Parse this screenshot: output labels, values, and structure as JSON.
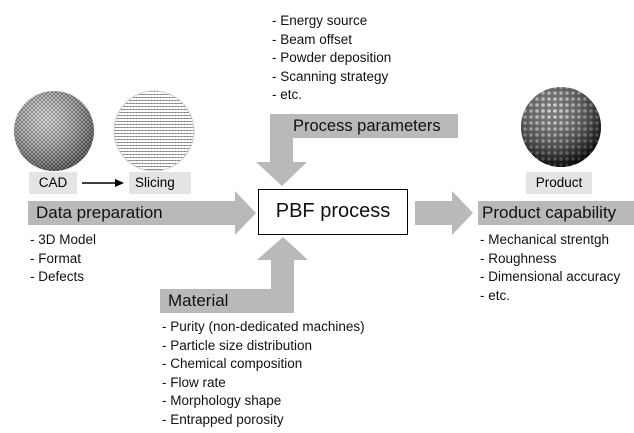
{
  "process_parameters": {
    "title": "Process parameters",
    "items": [
      "- Energy source",
      "- Beam offset",
      "- Powder deposition",
      "- Scanning strategy",
      "- etc."
    ]
  },
  "data_preparation": {
    "title": "Data preparation",
    "cad_label": "CAD",
    "slicing_label": "Slicing",
    "items": [
      "- 3D Model",
      "- Format",
      "- Defects"
    ]
  },
  "center": {
    "title": "PBF process"
  },
  "material": {
    "title": "Material",
    "items": [
      "- Purity (non-dedicated machines)",
      "- Particle size distribution",
      "- Chemical composition",
      "- Flow rate",
      "- Morphology shape",
      "- Entrapped porosity"
    ]
  },
  "product": {
    "label": "Product",
    "title": "Product capability",
    "items": [
      "- Mechanical strentgh",
      "- Roughness",
      "- Dimensional accuracy",
      "- etc."
    ]
  },
  "colors": {
    "arrow_gray": "#b9b9b9",
    "text": "#111111",
    "box_border": "#000000"
  }
}
